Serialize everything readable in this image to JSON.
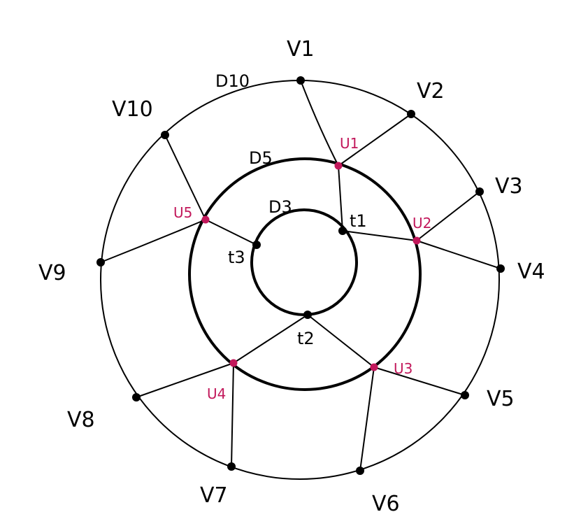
{
  "colors": {
    "ink": "#000000",
    "accent": "#c2185b",
    "background": "#ffffff"
  },
  "rings": [
    {
      "id": "outer",
      "label": "D10"
    },
    {
      "id": "middle",
      "label": "D5"
    },
    {
      "id": "inner",
      "label": "D3"
    }
  ],
  "outer_vertices": [
    {
      "id": "v1",
      "label": "V1"
    },
    {
      "id": "v2",
      "label": "V2"
    },
    {
      "id": "v3",
      "label": "V3"
    },
    {
      "id": "v4",
      "label": "V4"
    },
    {
      "id": "v5",
      "label": "V5"
    },
    {
      "id": "v6",
      "label": "V6"
    },
    {
      "id": "v7",
      "label": "V7"
    },
    {
      "id": "v8",
      "label": "V8"
    },
    {
      "id": "v9",
      "label": "V9"
    },
    {
      "id": "v10",
      "label": "V10"
    }
  ],
  "middle_vertices": [
    {
      "id": "u1",
      "label": "U1"
    },
    {
      "id": "u2",
      "label": "U2"
    },
    {
      "id": "u3",
      "label": "U3"
    },
    {
      "id": "u4",
      "label": "U4"
    },
    {
      "id": "u5",
      "label": "U5"
    }
  ],
  "inner_vertices": [
    {
      "id": "t1",
      "label": "t1"
    },
    {
      "id": "t2",
      "label": "t2"
    },
    {
      "id": "t3",
      "label": "t3"
    }
  ],
  "edges": [
    [
      "v1",
      "u1"
    ],
    [
      "v2",
      "u1"
    ],
    [
      "v3",
      "u2"
    ],
    [
      "v4",
      "u2"
    ],
    [
      "v5",
      "u3"
    ],
    [
      "v6",
      "u3"
    ],
    [
      "v7",
      "u4"
    ],
    [
      "v8",
      "u4"
    ],
    [
      "v9",
      "u5"
    ],
    [
      "v10",
      "u5"
    ],
    [
      "u1",
      "t1"
    ],
    [
      "u2",
      "t1"
    ],
    [
      "u3",
      "t2"
    ],
    [
      "u4",
      "t2"
    ],
    [
      "u5",
      "t3"
    ]
  ]
}
